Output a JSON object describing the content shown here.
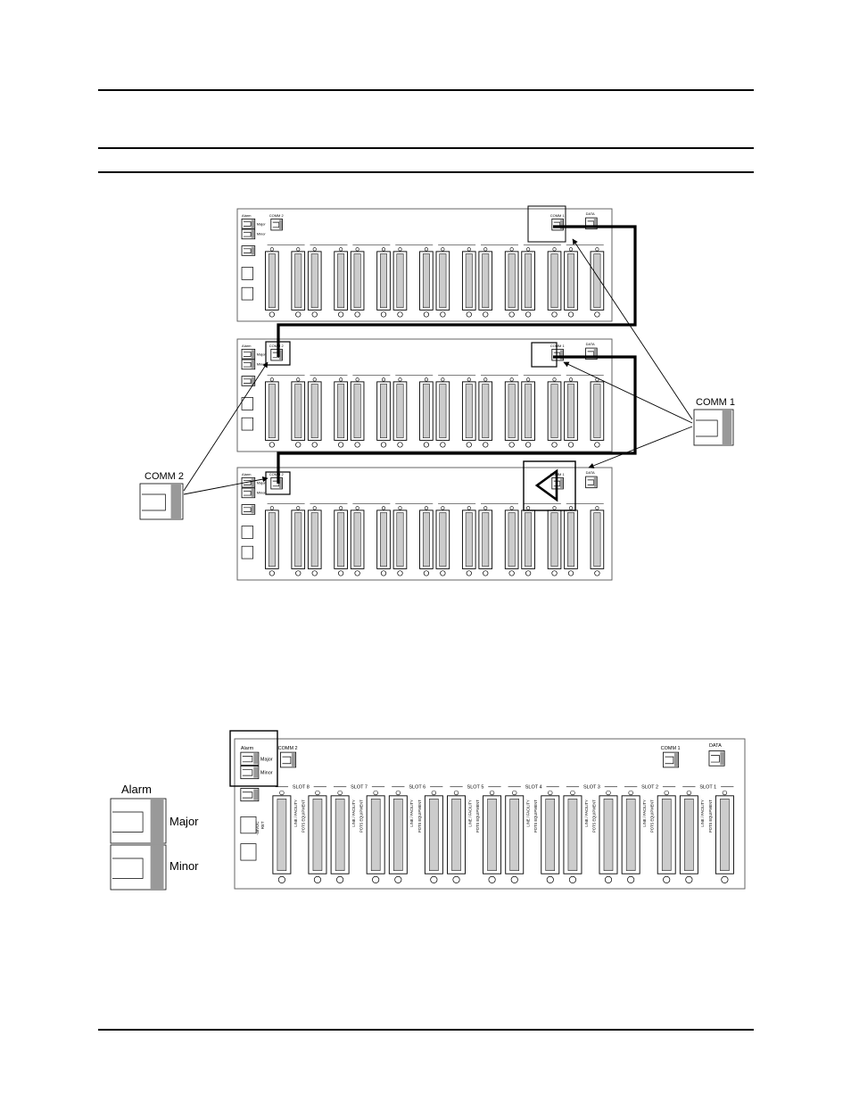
{
  "figure1": {
    "callouts": {
      "comm1": "COMM 1",
      "comm2": "COMM 2"
    },
    "shelves": [
      {
        "ports": {
          "comm2": "COMM 2",
          "comm1": "COMM 1",
          "data": "DATA"
        },
        "alarm_labels": [
          "Alarm",
          "Major",
          "Minor"
        ]
      },
      {
        "ports": {
          "comm2": "COMM 2",
          "comm1": "COMM 1",
          "data": "DATA"
        },
        "alarm_labels": [
          "Alarm",
          "Major",
          "Minor"
        ]
      },
      {
        "ports": {
          "comm2": "COMM 2",
          "comm1": "COMM 1",
          "data": "DATA"
        },
        "alarm_labels": [
          "Alarm",
          "Major",
          "Minor"
        ]
      }
    ]
  },
  "figure2": {
    "alarm_detail": {
      "title": "Alarm",
      "major": "Major",
      "minor": "Minor"
    },
    "ports": {
      "comm2": "COMM 2",
      "comm1": "COMM 1",
      "data": "DATA"
    },
    "alarm_labels": [
      "Alarm",
      "Major",
      "Minor"
    ],
    "power_labels": [
      "-48VDC",
      "RET"
    ],
    "slots": [
      "SLOT 8",
      "SLOT 7",
      "SLOT 6",
      "SLOT 5",
      "SLOT 4",
      "SLOT 3",
      "SLOT 2",
      "SLOT 1"
    ],
    "connector_labels": [
      "LINE / FACILITY",
      "POTS EQUIPMENT"
    ]
  }
}
